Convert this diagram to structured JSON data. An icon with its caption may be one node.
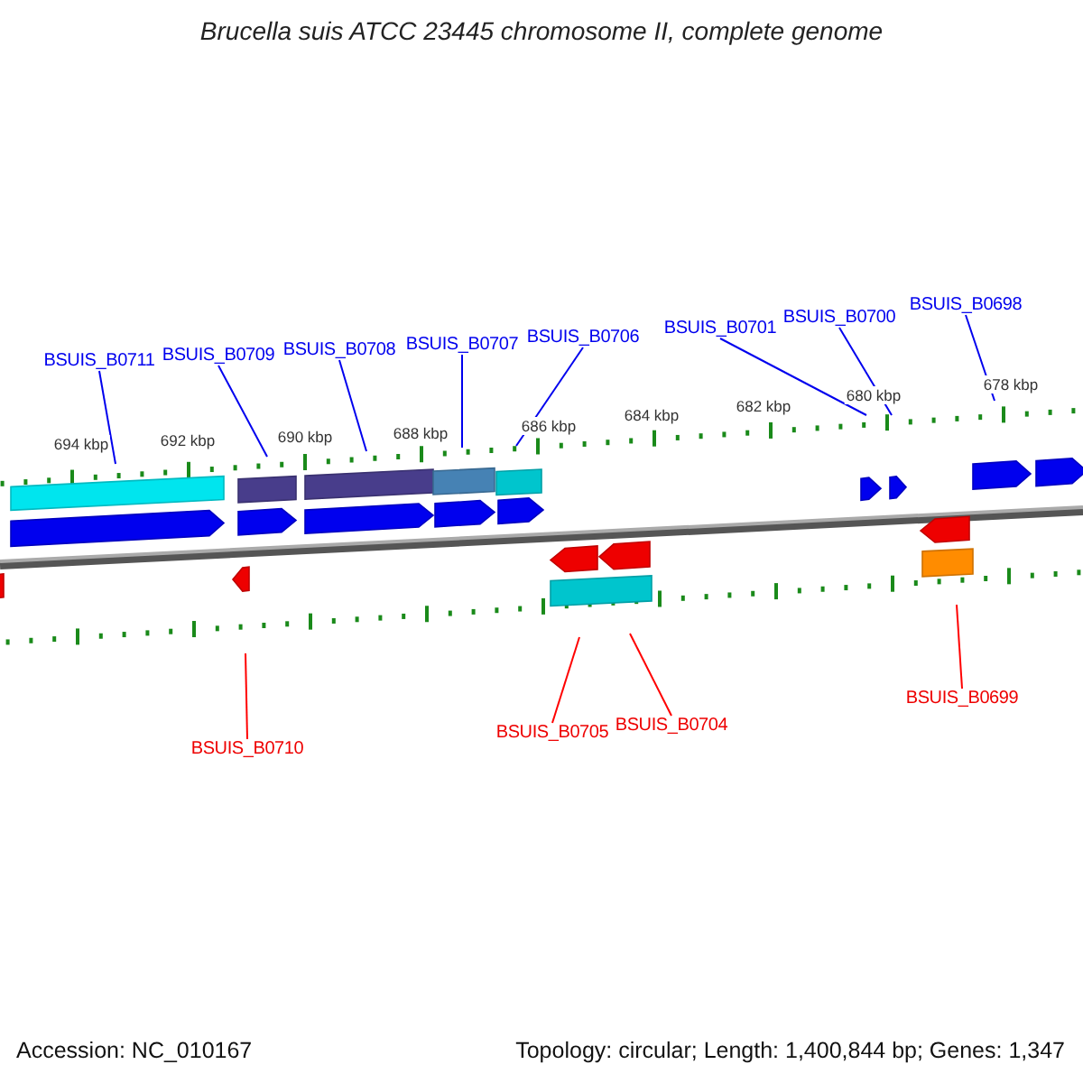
{
  "diagram": {
    "title": "Brucella suis ATCC 23445 chromosome II, complete genome",
    "nodes": [
      {
        "text": [
          "BSUIS_B0711"
        ]
      },
      {
        "text": [
          "BSUIS_B0709"
        ]
      },
      {
        "text": [
          "BSUIS_B0708"
        ]
      },
      {
        "text": [
          "BSUIS_B0707"
        ]
      },
      {
        "text": [
          "BSUIS_B0706"
        ]
      },
      {
        "text": [
          "BSUIS_B0701"
        ]
      },
      {
        "text": [
          "BSUIS_B0700"
        ]
      },
      {
        "text": [
          "BSUIS_B0698"
        ]
      },
      {
        "text": [
          "BSUIS_B0710"
        ]
      },
      {
        "text": [
          "BSUIS_B0705"
        ]
      },
      {
        "text": [
          "BSUIS_B0704"
        ]
      },
      {
        "text": [
          "BSUIS_B0699"
        ]
      },
      {
        "text": [],
        "shape": "picture"
      }
    ],
    "edges": [
      {
        "from": 0,
        "to": 12,
        "arrow": "none"
      },
      {
        "from": 1,
        "to": 12,
        "arrow": "none"
      },
      {
        "from": 2,
        "to": 12,
        "arrow": "none"
      },
      {
        "from": 3,
        "to": 12,
        "arrow": "none"
      },
      {
        "from": 4,
        "to": 12,
        "arrow": "none"
      },
      {
        "from": 5,
        "to": 12,
        "arrow": "none"
      },
      {
        "from": 6,
        "to": 12,
        "arrow": "none"
      },
      {
        "from": 7,
        "to": 12,
        "arrow": "none"
      },
      {
        "from": 8,
        "to": 12,
        "arrow": "none",
        "color": "#ff0000"
      },
      {
        "from": 9,
        "to": 12,
        "arrow": "none",
        "color": "#ff0000"
      },
      {
        "from": 10,
        "to": 12,
        "arrow": "none",
        "color": "#ff0000"
      },
      {
        "from": 11,
        "to": 12,
        "arrow": "none",
        "color": "#ff0000"
      }
    ],
    "labels": [
      "694 kbp",
      "692 kbp",
      "690 kbp",
      "688 kbp",
      "686 kbp",
      "684 kbp",
      "682 kbp",
      "680 kbp",
      "678 kbp",
      "Accession: NC_010167",
      "Topology: circular; Length: 1,400,844 bp; Genes: 1,347"
    ]
  }
}
